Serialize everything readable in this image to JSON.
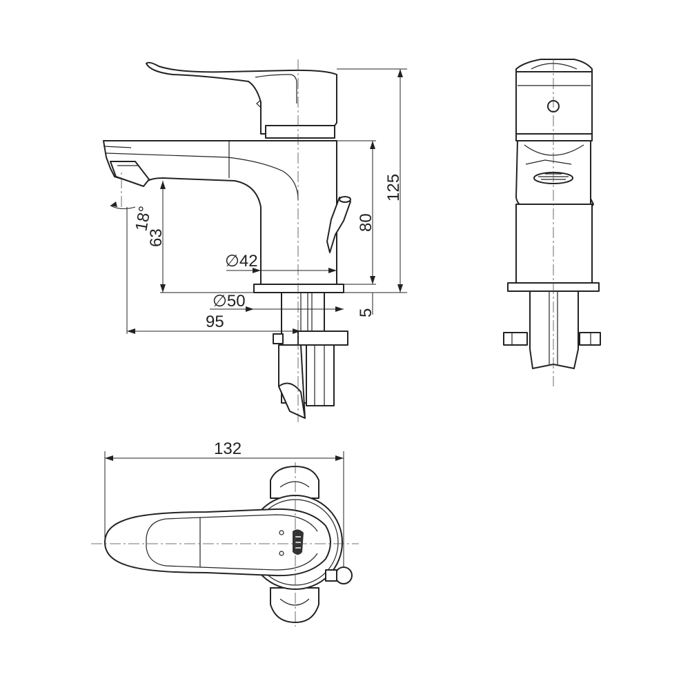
{
  "dimensions": {
    "height_total": "125",
    "spout_height": "80",
    "base_dia": "∅50",
    "body_dia": "∅42",
    "base_thickness": "5",
    "spout_reach": "95",
    "outlet_height": "63",
    "outlet_angle": "18°",
    "handle_length": "132"
  }
}
